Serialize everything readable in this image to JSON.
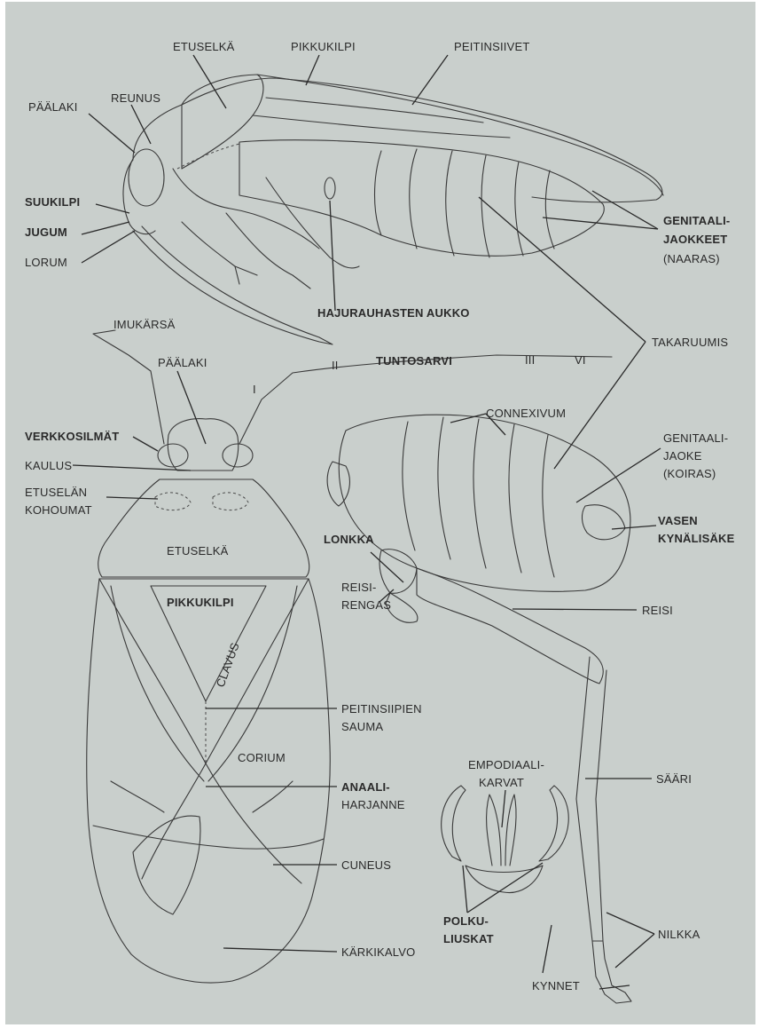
{
  "labels": {
    "etuselka_top": "ETUSELKÄ",
    "pikkukilpi_top": "PIKKUKILPI",
    "peitinsiivet": "PEITINSIIVET",
    "paalaki_top": "PÄÄLAKI",
    "reunus": "REUNUS",
    "suukilpi": "SUUKILPI",
    "jugum": "JUGUM",
    "lorum": "LORUM",
    "genitaali_jaokkeet_1": "GENITAALI-",
    "genitaali_jaokkeet_2": "JAOKKEET",
    "naaras": "(NAARAS)",
    "hajurauhasten": "HAJURAUHASTEN AUKKO",
    "imukarsa": "IMUKÄRSÄ",
    "takaruumis": "TAKARUUMIS",
    "paalaki_bottom": "PÄÄLAKI",
    "roman_i": "I",
    "roman_ii": "II",
    "tuntosarvi": "TUNTOSARVI",
    "roman_iii": "III",
    "roman_vi": "VI",
    "connexivum": "CONNEXIVUM",
    "verkkosilmat": "VERKKOSILMÄT",
    "kaulus": "KAULUS",
    "etuselan_1": "ETUSELÄN",
    "etuselan_2": "KOHOUMAT",
    "genitaali_jaoke_1": "GENITAALI-",
    "genitaali_jaoke_2": "JAOKE",
    "koiras": "(KOIRAS)",
    "etuselka_bottom": "ETUSELKÄ",
    "lonkka": "LONKKA",
    "vasen_1": "VASEN",
    "vasen_2": "KYNÄLISÄKE",
    "pikkukilpi_bottom": "PIKKUKILPI",
    "clavus": "CLAVUS",
    "reisirengas_1": "REISI-",
    "reisirengas_2": "RENGAS",
    "reisi": "REISI",
    "peitinsiipien_1": "PEITINSIIPIEN",
    "peitinsiipien_2": "SAUMA",
    "corium": "CORIUM",
    "anaali_1": "ANAALI-",
    "anaali_2": "HARJANNE",
    "saari": "SÄÄRI",
    "empodiaali_1": "EMPODIAALI-",
    "empodiaali_2": "KARVAT",
    "cuneus": "CUNEUS",
    "polku_1": "POLKU-",
    "polku_2": "LIUSKAT",
    "karkikalvo": "KÄRKIKALVO",
    "nilkka": "NILKKA",
    "kynnet": "KYNNET"
  },
  "colors": {
    "background": "#c9cfcc",
    "ink": "#2a2a2a"
  }
}
